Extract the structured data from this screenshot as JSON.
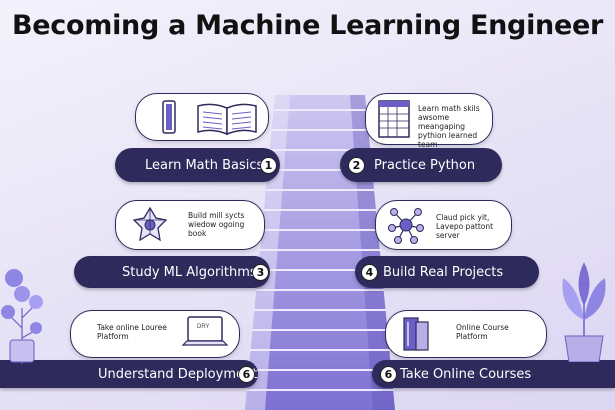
{
  "title": "Becoming a Machine Learning Engineer",
  "steps": [
    {
      "number": "1",
      "label": "Learn Math Basics"
    },
    {
      "number": "2",
      "label": "Practice Python"
    },
    {
      "number": "3",
      "label": "Study ML Algorithms"
    },
    {
      "number": "4",
      "label": "Build Real Projects"
    },
    {
      "number": "6",
      "label": "Understand Deployment"
    },
    {
      "number": "6",
      "label": "Take Online Courses"
    }
  ],
  "cards": {
    "python_note": "Learn math skils awsome meangaping pythion learned team",
    "algorithms_note": "Build mill sycts wiedow ogoing book",
    "projects_note": "Claud pick yit, Lavepo pattont server",
    "deployment_note": "Take online Louree Platform",
    "deployment_screen": "DRY",
    "courses_note": "Online Course Platform"
  },
  "colors": {
    "bar": "#2e2b5c",
    "stair_light": "#b8afe8",
    "stair_dark": "#6b5fc6",
    "plant": "#8f86e3"
  }
}
